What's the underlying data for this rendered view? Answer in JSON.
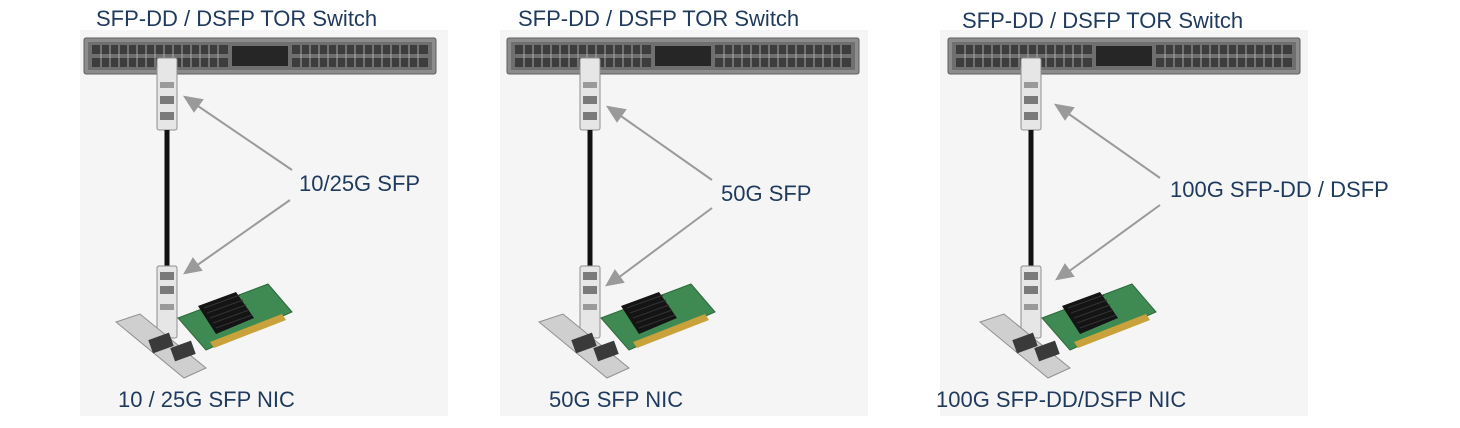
{
  "panels": [
    {
      "switch_title": "SFP-DD / DSFP TOR Switch",
      "module_label": "10/25G SFP",
      "nic_label": "10 / 25G SFP NIC"
    },
    {
      "switch_title": "SFP-DD / DSFP TOR Switch",
      "module_label": "50G SFP",
      "nic_label": "50G SFP NIC"
    },
    {
      "switch_title": "SFP-DD / DSFP TOR Switch",
      "module_label": "100G SFP-DD / DSFP",
      "nic_label": "100G SFP-DD/DSFP NIC"
    }
  ],
  "colors": {
    "text": "#1f3a5c",
    "arrow": "#9a9a9a",
    "cable": "#111111",
    "switch_body": "#8c8c8c",
    "pcb": "#3f8a52",
    "heatsink": "#141414",
    "bracket": "#cfcfcf"
  }
}
